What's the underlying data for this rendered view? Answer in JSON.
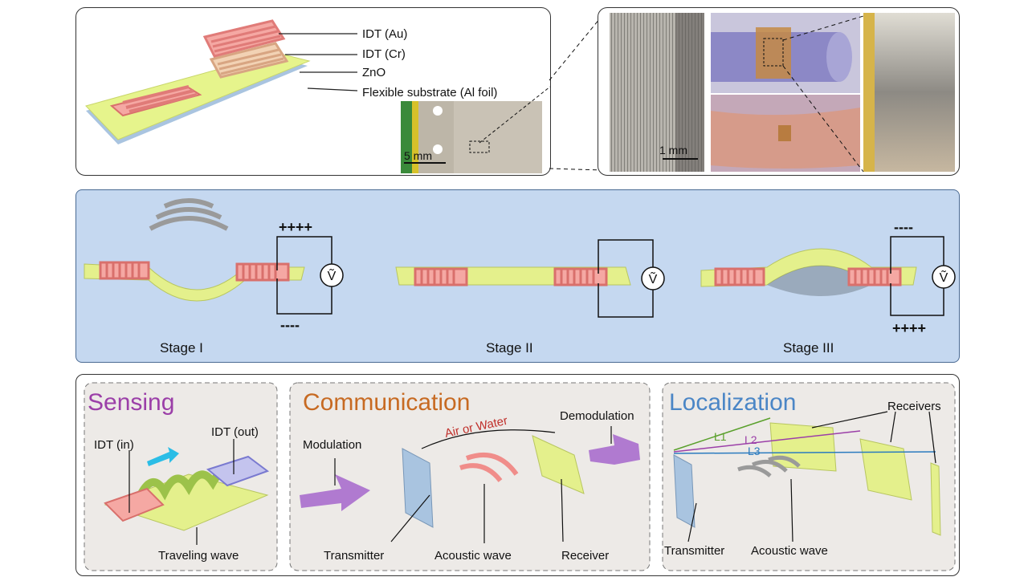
{
  "top_left": {
    "labels": [
      "IDT (Au)",
      "IDT (Cr)",
      "ZnO",
      "Flexible substrate (Al foil)"
    ],
    "scale_bar": "5 mm"
  },
  "top_right": {
    "scale_bar": "1 mm"
  },
  "middle": {
    "stages": [
      {
        "name": "Stage I",
        "top_charge": "++++",
        "bottom_charge": "----"
      },
      {
        "name": "Stage II",
        "top_charge": "",
        "bottom_charge": ""
      },
      {
        "name": "Stage III",
        "top_charge": "----",
        "bottom_charge": "++++"
      }
    ],
    "voltmeter_symbol": "Ṽ"
  },
  "bottom": {
    "sensing": {
      "title": "Sensing",
      "labels": [
        "IDT (in)",
        "IDT (out)",
        "Traveling wave"
      ]
    },
    "communication": {
      "title": "Communication",
      "labels": [
        "Air or Water",
        "Modulation",
        "Demodulation",
        "Transmitter",
        "Acoustic wave",
        "Receiver"
      ]
    },
    "localization": {
      "title": "Localization",
      "labels": [
        "Receivers",
        "L1",
        "L2",
        "L3",
        "Transmitter",
        "Acoustic wave"
      ]
    }
  },
  "colors": {
    "idt": "#f08d8a",
    "zno": "#e8f58e",
    "substrate": "#a9c4e0",
    "middle_bg": "#c5d8f0",
    "sensing": "#9b3fa8",
    "communication": "#c76a22",
    "localization": "#4b86c6",
    "air_water": "#c0302b"
  }
}
